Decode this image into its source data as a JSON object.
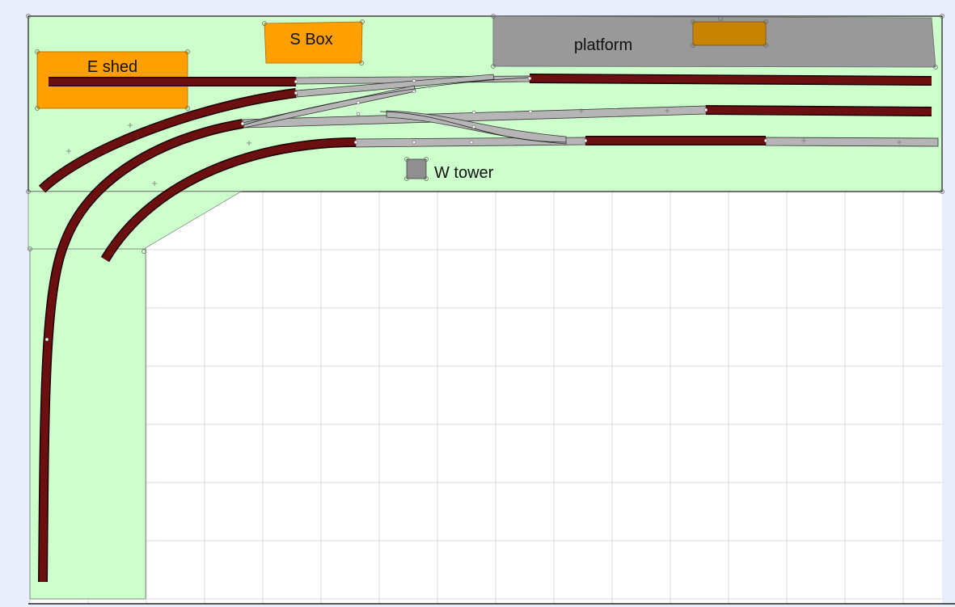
{
  "layout_plan": {
    "colors": {
      "background": "#e8eefc",
      "grid_line": "#cfcfcf",
      "baseboard": "#ccffcc",
      "track_main": "#6b0f0f",
      "track_turnout": "#b5b5b5",
      "building_orange": "#ffa000",
      "platform_grey": "#999999",
      "platform_building": "#c88400"
    },
    "structures": {
      "engine_shed": {
        "label": "E shed"
      },
      "signal_box": {
        "label": "S Box"
      },
      "platform": {
        "label": "platform"
      },
      "water_tower": {
        "label": "W tower"
      }
    }
  }
}
